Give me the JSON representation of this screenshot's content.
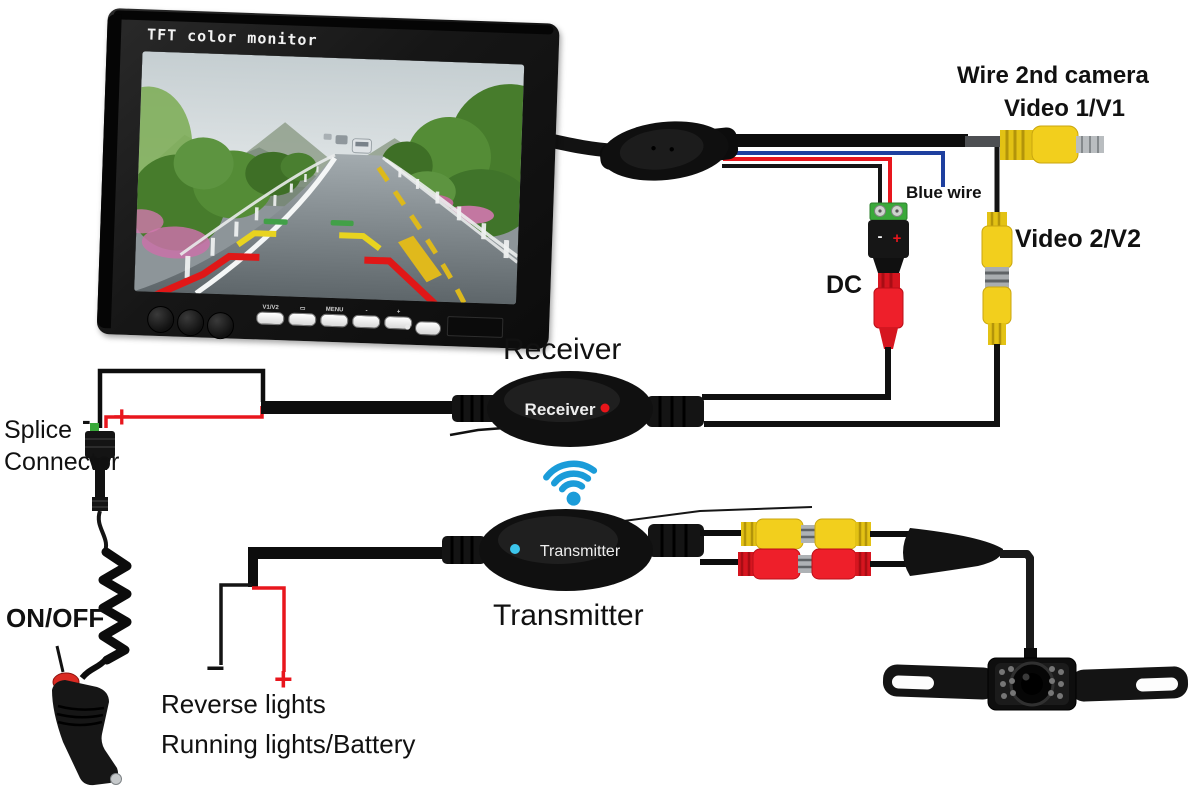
{
  "monitor": {
    "brand": "TFT color monitor",
    "button_labels": [
      "V1/V2",
      "▭",
      "MENU",
      "-",
      "+"
    ]
  },
  "labels": {
    "wire_2nd_camera": "Wire 2nd camera",
    "video_1": "Video 1/V1",
    "blue_wire": "Blue wire",
    "video_2": "Video 2/V2",
    "dc": "DC",
    "receiver_title": "Receiver",
    "transmitter_title": "Transmitter",
    "splice_line1": "Splice",
    "splice_line2": "Connector",
    "on_off": "ON/OFF",
    "reverse_lights": "Reverse lights",
    "running_lights_battery": "Running lights/Battery"
  },
  "modules": {
    "receiver_badge": "Receiver",
    "transmitter_badge": "Transmitter"
  },
  "polarity": {
    "splice_minus": "-",
    "splice_plus": "+",
    "dc_minus": "-",
    "dc_plus": "+",
    "transmitter_minus": "−",
    "transmitter_plus": "+"
  },
  "colors": {
    "background": "#ffffff",
    "wire_black": "#111111",
    "wire_red": "#e8161d",
    "wire_blue": "#1e3f9f",
    "rca_yellow": "#f2cf1d",
    "rca_red": "#ee1f2a",
    "terminal_green": "#3aa93a",
    "wifi_blue": "#1b9cd9",
    "receiver_led_red": "#e8151a",
    "transmitter_led_cyan": "#3cc6ec"
  }
}
